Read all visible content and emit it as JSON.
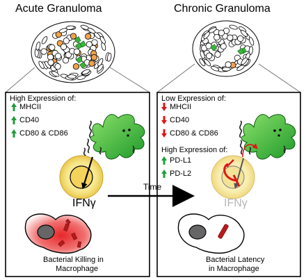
{
  "acute": {
    "title": "Acute Granuloma",
    "expression_header": "High Expression of:",
    "markers": [
      "MHCII",
      "CD40",
      "CD80 & CD86"
    ],
    "cytokine": "IFNγ",
    "caption_line1": "Bacterial Killing in",
    "caption_line2": "Macrophage"
  },
  "chronic": {
    "title": "Chronic Granuloma",
    "low_header": "Low Expression of:",
    "low_markers": [
      "MHCII",
      "CD40",
      "CD80 & CD86"
    ],
    "high_header": "High Expression of:",
    "high_markers": [
      "PD-L1",
      "PD-L2"
    ],
    "cytokine": "IFNγ",
    "caption_line1": "Bacterial Latency",
    "caption_line2": "in Macrophage"
  },
  "transition": {
    "label": "Time"
  },
  "colors": {
    "up_arrow": "#1f9e3a",
    "down_arrow": "#e01515",
    "dendritic_cell": "#37b63a",
    "t_cell": "#f6e58a",
    "killing_macrophage": "#e8262a",
    "bacteria": "#b71a1a",
    "inhibition": "#e01515"
  }
}
